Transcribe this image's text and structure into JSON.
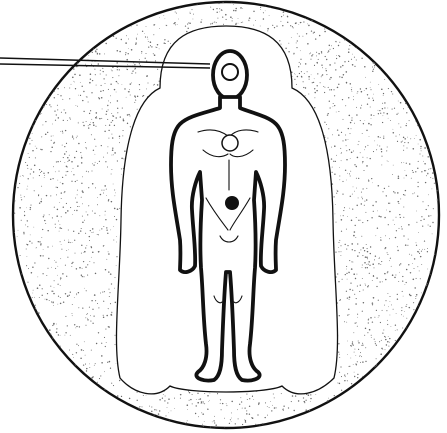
{
  "diagram": {
    "colors": {
      "background": "#ffffff",
      "ink": "#111111",
      "stipple": "#6a6a6a",
      "inner_field_fill": "#ffffff",
      "body_fill": "#ffffff",
      "lower_center_fill": "#111111"
    },
    "elements": [
      {
        "name": "outer-aura-circle",
        "kind": "stippled circular field"
      },
      {
        "name": "inner-body-outline",
        "kind": "clear white field around the figure"
      },
      {
        "name": "human-figure",
        "kind": "standing human outline drawing"
      },
      {
        "name": "crown-center-circle",
        "kind": "hollow circle at the head"
      },
      {
        "name": "heart-center-circle",
        "kind": "hollow circle at the chest"
      },
      {
        "name": "lower-center-dot",
        "kind": "solid black dot at the abdomen"
      },
      {
        "name": "pointer-lines",
        "kind": "two parallel lines from the left edge to the head"
      }
    ]
  }
}
